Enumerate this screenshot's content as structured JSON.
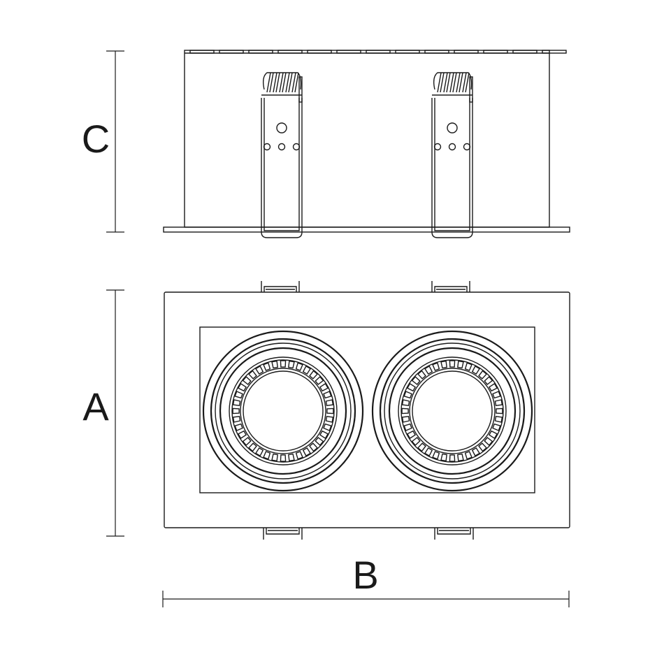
{
  "drawing": {
    "dimension_labels": {
      "height": "C",
      "depth": "A",
      "width": "B"
    },
    "luminaire_count": 2,
    "line_color": "#1a1a1a"
  }
}
